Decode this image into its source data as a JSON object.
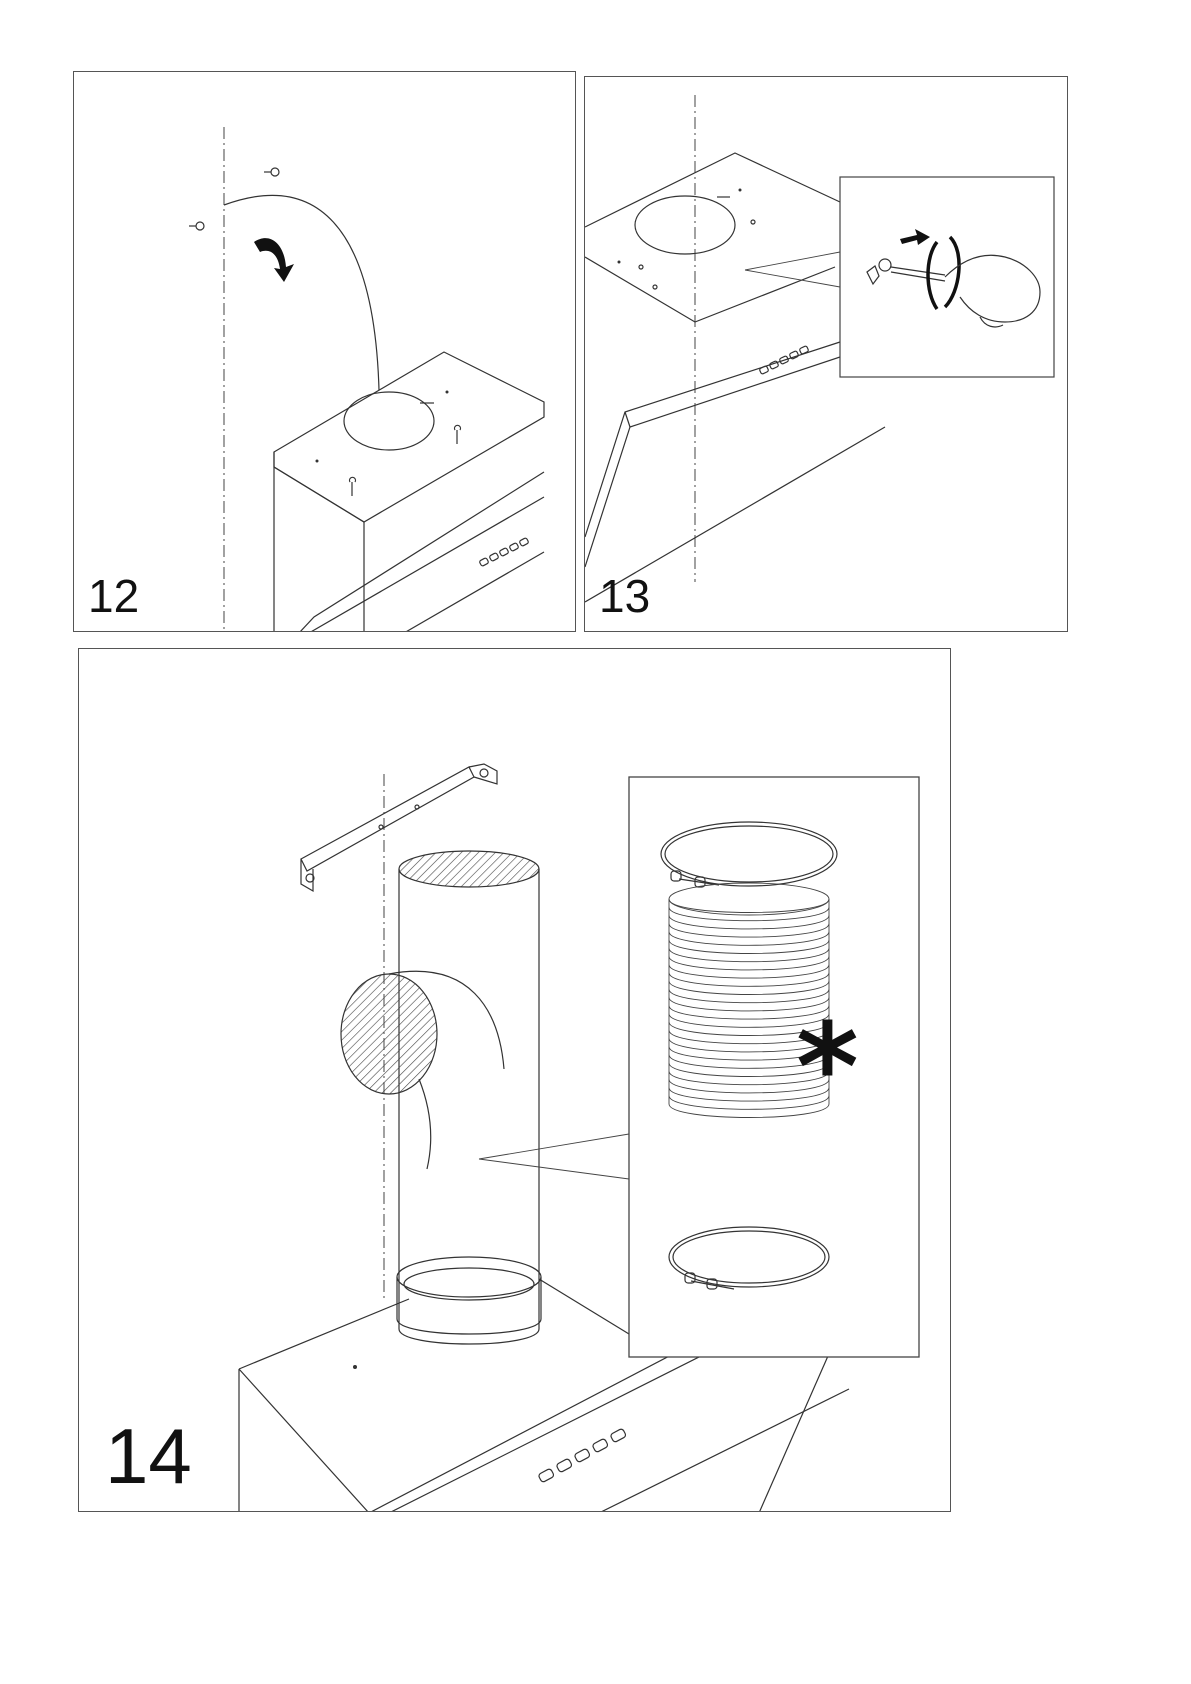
{
  "steps": [
    {
      "number": "12"
    },
    {
      "number": "13"
    },
    {
      "number": "14"
    }
  ],
  "detail_marker": "*",
  "colors": {
    "line": "#333333",
    "fill_mark": "#111111",
    "background": "#ffffff"
  }
}
